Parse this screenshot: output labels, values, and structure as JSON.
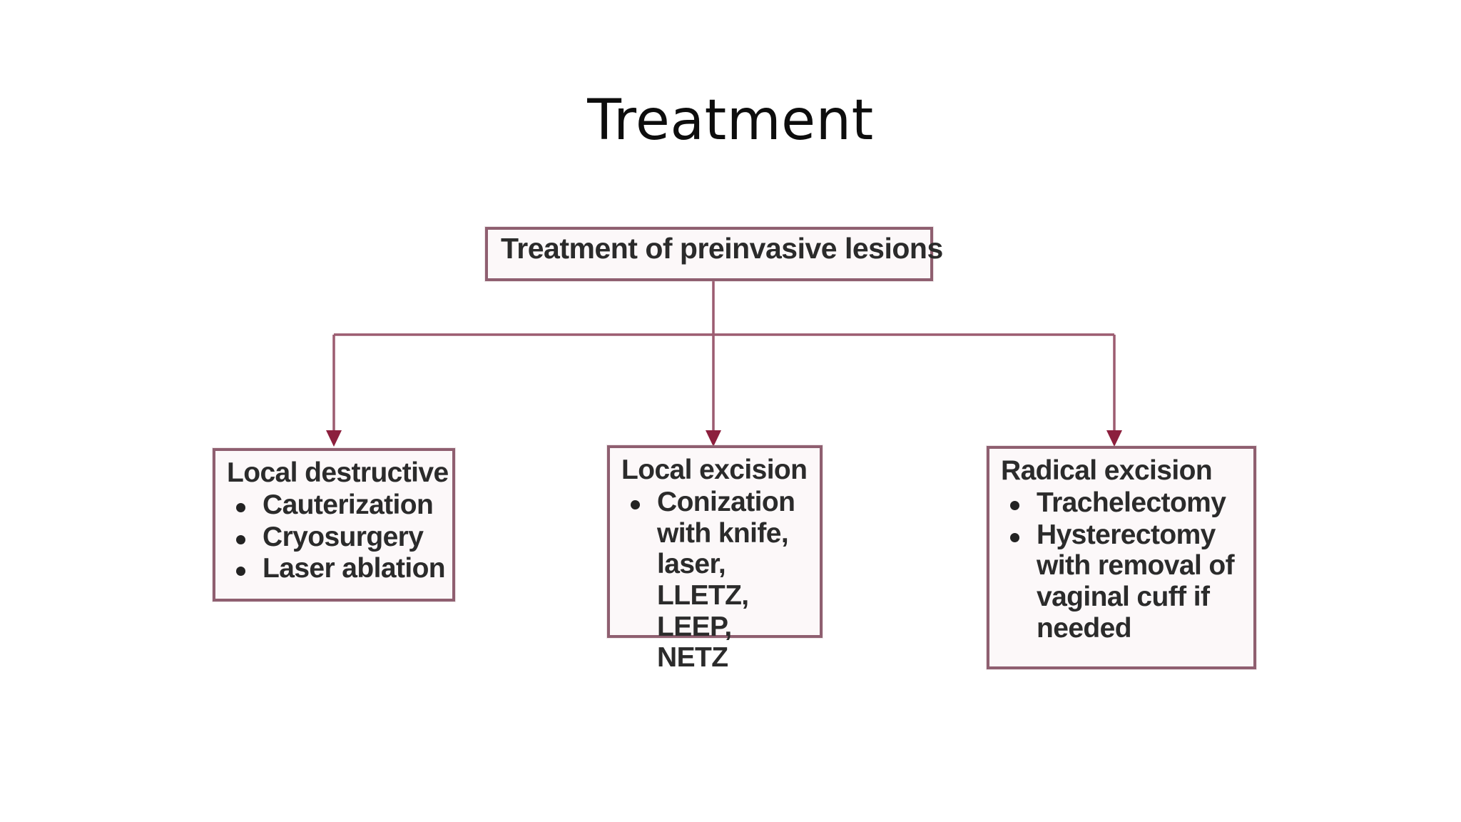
{
  "slide": {
    "title": "Treatment",
    "background_color": "#ffffff"
  },
  "colors": {
    "box_border": "#8f5f70",
    "box_fill": "#fcf8f9",
    "connector_line": "#9c5c70",
    "arrow_head": "#8c1f3d",
    "text": "#2b2b2b",
    "title_text": "#0d0d0d"
  },
  "diagram": {
    "type": "flowchart",
    "orientation": "top-down",
    "root": {
      "label": "Treatment of preinvasive lesions"
    },
    "branches": [
      {
        "heading": "Local destructive",
        "items": [
          "Cauterization",
          "Cryosurgery",
          "Laser ablation"
        ]
      },
      {
        "heading": "Local excision",
        "items": [
          "Conization with knife, laser, LLETZ, LEEP, NETZ"
        ]
      },
      {
        "heading": "Radical excision",
        "items": [
          "Trachelectomy",
          "Hysterectomy with removal of vaginal cuff if needed"
        ]
      }
    ]
  }
}
